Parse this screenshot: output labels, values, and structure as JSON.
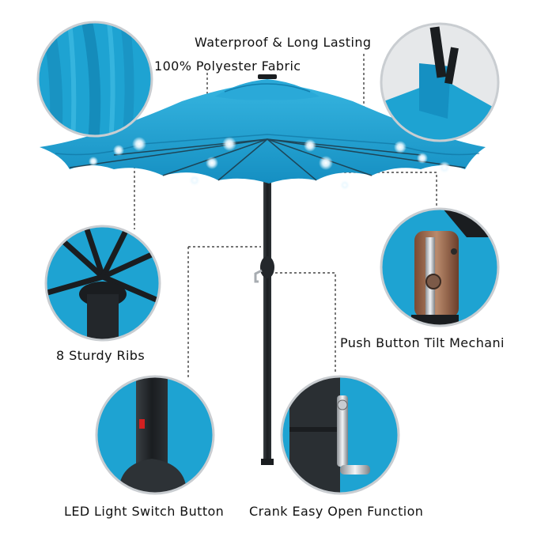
{
  "labels": {
    "waterproof": "Waterproof & Long Lasting",
    "polyester": "100% Polyester Fabric",
    "ribs": "8 Sturdy Ribs",
    "tilt": "Push Button Tilt Mechani",
    "led_switch": "LED Light Switch Button",
    "crank": "Crank Easy Open Function"
  },
  "colors": {
    "canopy": "#1ea3d2",
    "canopy_dark": "#0f78a6",
    "pole": "#1c1f22",
    "background": "#ffffff"
  }
}
